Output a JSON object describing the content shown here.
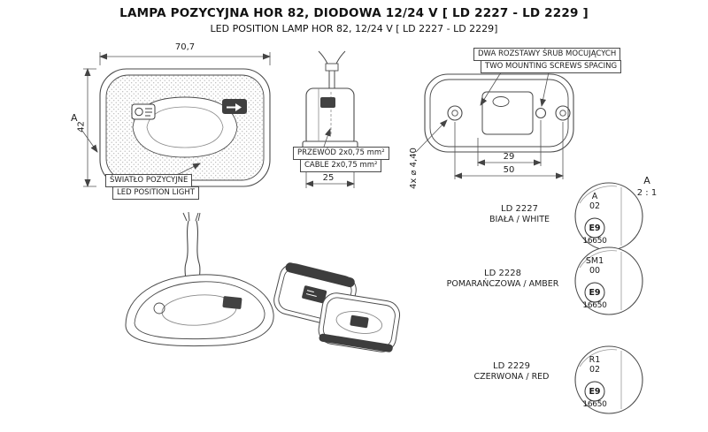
{
  "title": {
    "line1": "LAMPA POZYCYJNA HOR 82, DIODOWA 12/24 V [ LD 2227 - LD 2229 ]",
    "line2": "LED POSITION LAMP HOR 82, 12/24 V [ LD 2227 - LD 2229]"
  },
  "front_view": {
    "dim_width": "70,7",
    "dim_height": "42",
    "section_marker": "A",
    "callout_pl": "ŚWIATŁO POZYCYJNE",
    "callout_en": "LED POSITION LIGHT"
  },
  "side_view": {
    "cable_pl": "PRZEWÓD 2x0,75 mm²",
    "cable_en": "CABLE 2x0,75 mm²",
    "dim_depth": "25"
  },
  "back_view": {
    "callout_pl": "DWA ROZSTAWY ŚRUB MOCUJĄCYCH",
    "callout_en": "TWO MOUNTING SCREWS SPACING",
    "dim_inner": "29",
    "dim_outer": "50",
    "holes": "4x ⌀ 4,40"
  },
  "detail": {
    "marker": "A",
    "scale": "2 : 1",
    "variants": [
      {
        "code": "LD 2227",
        "color": "BIAŁA / WHITE",
        "approval_class": "A",
        "approval_rev": "02",
        "e_mark": "E9",
        "approval_no": "16650"
      },
      {
        "code": "LD 2228",
        "color": "POMARAŃCZOWA / AMBER",
        "approval_class": "SM1",
        "approval_rev": "00",
        "e_mark": "E9",
        "approval_no": "16650"
      },
      {
        "code": "LD 2229",
        "color": "CZERWONA / RED",
        "approval_class": "R1",
        "approval_rev": "02",
        "e_mark": "E9",
        "approval_no": "16650"
      }
    ]
  }
}
